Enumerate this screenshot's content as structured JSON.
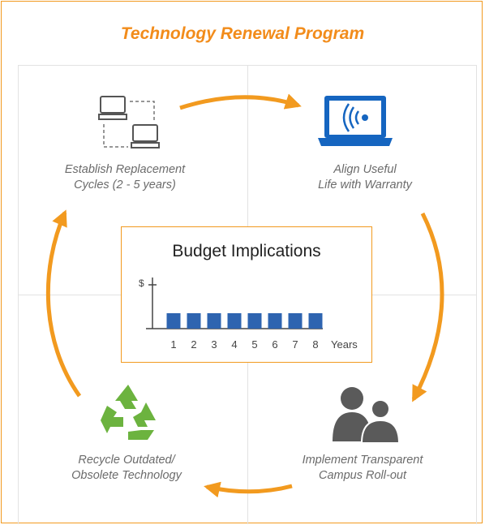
{
  "title": "Technology Renewal Program",
  "steps": {
    "establish": {
      "line1": "Establish Replacement",
      "line2": "Cycles (2 - 5 years)"
    },
    "align": {
      "line1": "Align Useful",
      "line2": "Life with Warranty"
    },
    "implement": {
      "line1": "Implement Transparent",
      "line2": "Campus Roll-out"
    },
    "recycle": {
      "line1": "Recycle Outdated/",
      "line2": "Obsolete Technology"
    }
  },
  "colors": {
    "accent": "#F29A1F",
    "bar": "#2E64B0",
    "icon_blue": "#1565C0",
    "icon_green": "#6CB33F",
    "icon_gray": "#5a5a5a"
  },
  "icons": [
    "computers-swap-icon",
    "laptop-wifi-icon",
    "people-icon",
    "recycle-icon"
  ],
  "chart_data": {
    "type": "bar",
    "title": "Budget Implications",
    "ylabel": "$",
    "xlabel": "Years",
    "categories": [
      "1",
      "2",
      "3",
      "4",
      "5",
      "6",
      "7",
      "8"
    ],
    "values": [
      1,
      1,
      1,
      1,
      1,
      1,
      1,
      1
    ]
  }
}
